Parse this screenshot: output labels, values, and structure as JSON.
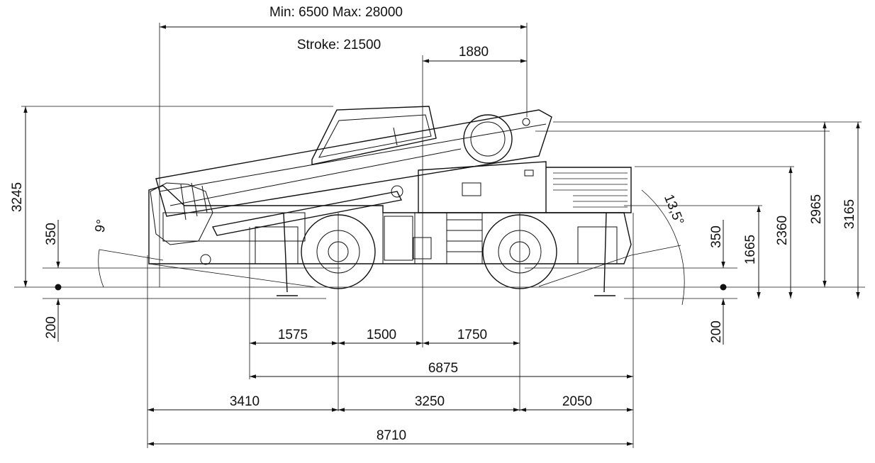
{
  "drawing": {
    "top": {
      "minmax": "Min: 6500 Max: 28000",
      "stroke": "Stroke: 21500",
      "d1880": "1880"
    },
    "vertical": {
      "d3245": "3245",
      "d350_left": "350",
      "d200_left": "200",
      "angle_left": "9°",
      "angle_right": "13,5°",
      "d350_right": "350",
      "d200_right": "200",
      "d1665": "1665",
      "d2360": "2360",
      "d2965": "2965",
      "d3165": "3165"
    },
    "bottom": {
      "d1575": "1575",
      "d1500": "1500",
      "d1750": "1750",
      "d6875": "6875",
      "d3410": "3410",
      "d3250": "3250",
      "d2050": "2050",
      "d8710": "8710"
    },
    "colors": {
      "line": "#111111",
      "background": "#ffffff"
    }
  }
}
